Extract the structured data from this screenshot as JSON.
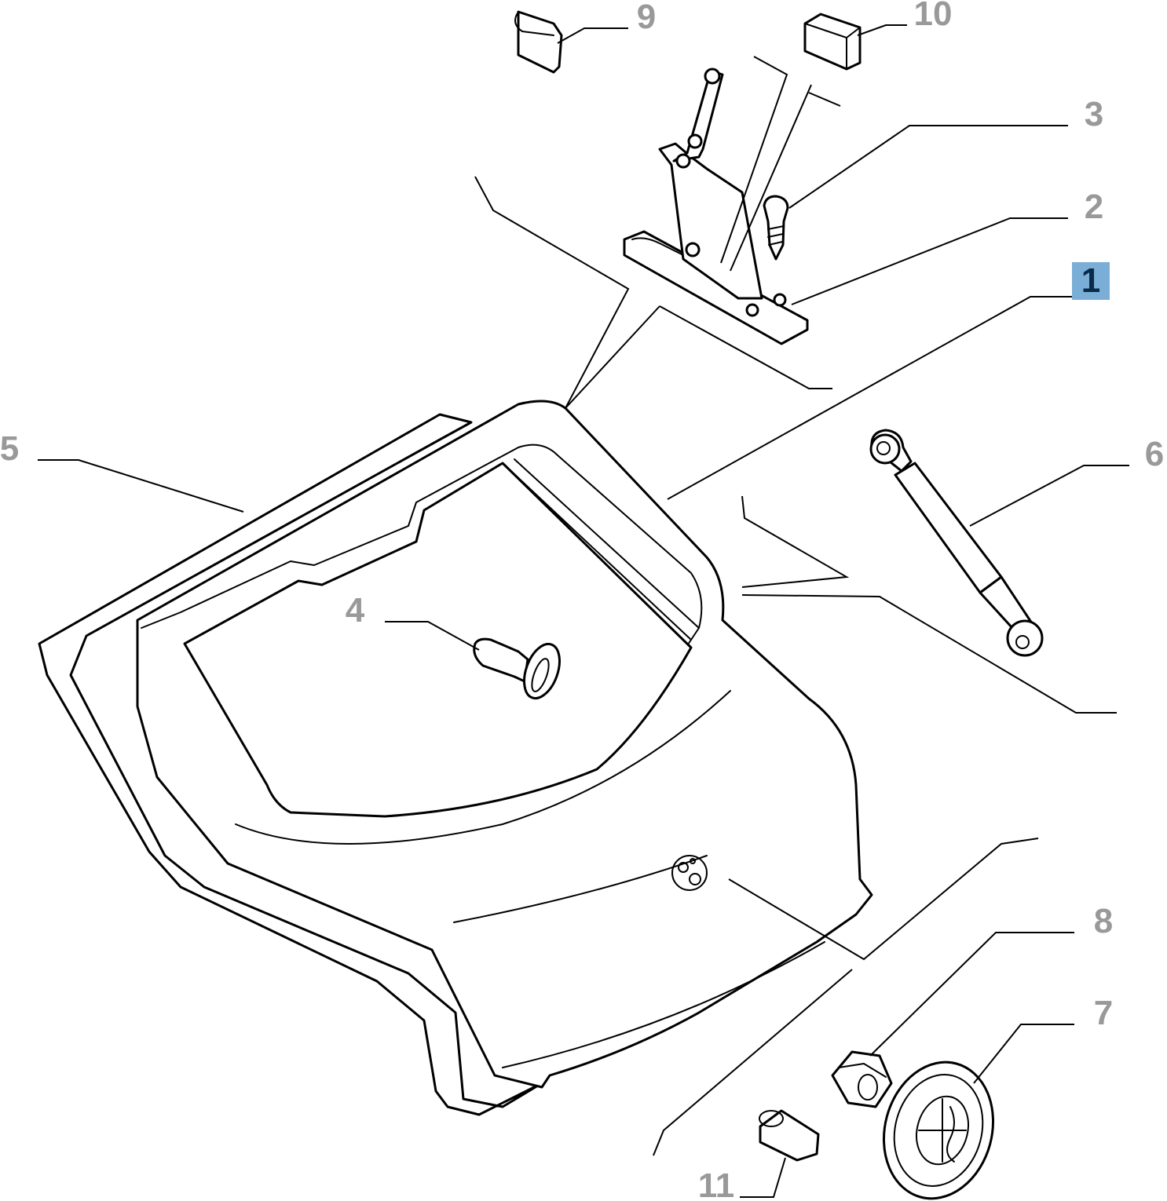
{
  "diagram": {
    "type": "exploded-parts-diagram",
    "callouts": [
      {
        "id": "1",
        "label": "1",
        "highlighted": true
      },
      {
        "id": "2",
        "label": "2"
      },
      {
        "id": "3",
        "label": "3"
      },
      {
        "id": "4",
        "label": "4"
      },
      {
        "id": "5",
        "label": "5"
      },
      {
        "id": "6",
        "label": "6"
      },
      {
        "id": "7",
        "label": "7"
      },
      {
        "id": "8",
        "label": "8"
      },
      {
        "id": "9",
        "label": "9"
      },
      {
        "id": "10",
        "label": "10"
      },
      {
        "id": "11",
        "label": "11"
      }
    ],
    "highlight_color": "#7aaed6",
    "label_color": "#999999"
  }
}
